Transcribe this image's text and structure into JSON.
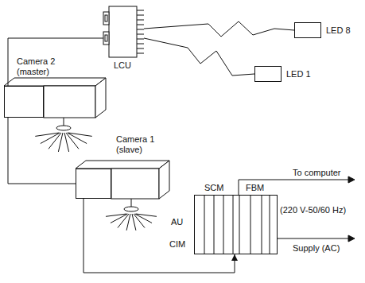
{
  "diagram": {
    "nodes": [
      {
        "text": [
          "LCU"
        ]
      },
      {
        "text": [
          "LED 8"
        ]
      },
      {
        "text": [
          "LED 1"
        ]
      },
      {
        "text": [
          "Camera 2 (master)"
        ]
      },
      {
        "text": [
          "Camera 1 (slave)"
        ]
      },
      {
        "text": [
          "SCM",
          "FBM",
          "AU",
          "CIM"
        ]
      }
    ],
    "edges": [
      {
        "from": 0,
        "to": 1,
        "arrow": "none"
      },
      {
        "from": 0,
        "to": 2,
        "arrow": "none"
      },
      {
        "from": 0,
        "to": 3,
        "arrow": "none"
      },
      {
        "from": 3,
        "to": 4,
        "arrow": "none"
      },
      {
        "from": 4,
        "to": 5,
        "arrow": "to"
      }
    ],
    "labels": [
      "To computer",
      "(220 V-50/60 Hz)",
      "Supply (AC)"
    ]
  }
}
